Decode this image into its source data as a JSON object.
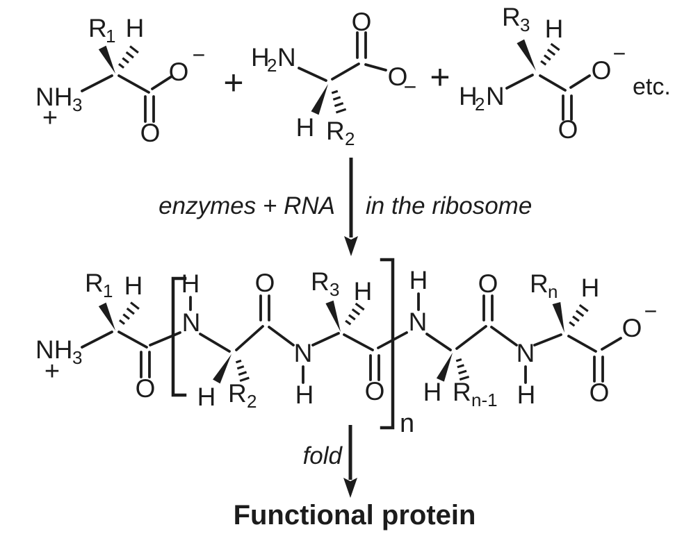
{
  "palette": {
    "ink": "#1c1c1c",
    "background": "#ffffff"
  },
  "reactants": {
    "aa1": {
      "r": "R",
      "r_sub": "1",
      "alpha_h": "H",
      "amine": "NH",
      "amine_sub": "3",
      "amine_charge": "+",
      "carbonyl_o": "O",
      "carboxylate_o": "O",
      "carboxylate_charge": "−"
    },
    "plus_1": "+",
    "aa2": {
      "amine_h": "H",
      "amine_h_sub": "2",
      "amine_n": "N",
      "alpha_h": "H",
      "r": "R",
      "r_sub": "2",
      "carbonyl_o": "O",
      "carboxylate_o": "O",
      "carboxylate_charge": "−"
    },
    "plus_2": "+",
    "aa3": {
      "r": "R",
      "r_sub": "3",
      "alpha_h": "H",
      "amine_h": "H",
      "amine_h_sub": "2",
      "amine_n": "N",
      "carbonyl_o": "O",
      "carboxylate_o": "O",
      "carboxylate_charge": "−"
    },
    "etc_label": "etc."
  },
  "translation_step": {
    "left_label": "enzymes + RNA",
    "right_label": "in the ribosome"
  },
  "polypeptide": {
    "res1": {
      "r": "R",
      "r_sub": "1",
      "alpha_h": "H",
      "amine": "NH",
      "amine_sub": "3",
      "amine_charge": "+",
      "carbonyl_o": "O"
    },
    "amide1": {
      "h": "H",
      "n": "N"
    },
    "res2": {
      "alpha_h": "H",
      "r": "R",
      "r_sub": "2",
      "carbonyl_o": "O"
    },
    "amide2": {
      "n": "N",
      "h": "H"
    },
    "res3": {
      "r": "R",
      "r_sub": "3",
      "alpha_h": "H",
      "carbonyl_o": "O"
    },
    "repeat_subscript": "n",
    "amide3": {
      "h": "H",
      "n": "N"
    },
    "res4": {
      "alpha_h": "H",
      "r": "R",
      "r_sub": "n-1",
      "carbonyl_o": "O"
    },
    "amide4": {
      "n": "N",
      "h": "H"
    },
    "res5": {
      "r": "R",
      "r_sub": "n",
      "alpha_h": "H",
      "carbonyl_o": "O",
      "carboxylate_o": "O",
      "carboxylate_charge": "−"
    }
  },
  "fold_step": {
    "label": "fold"
  },
  "product": {
    "label": "Functional protein"
  }
}
